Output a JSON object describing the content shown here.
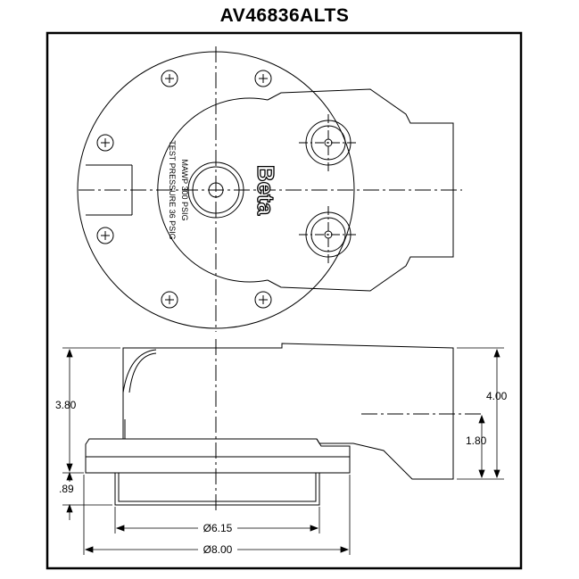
{
  "drawing": {
    "part_number": "AV46836ALTS",
    "stamp_lines": [
      "MAWP 300 PSIG",
      "TEST PRESSURE 36 PSIG"
    ],
    "logo": "Beta"
  },
  "dimensions": {
    "overall_height": "4.00",
    "body_height": "3.80",
    "outlet_height": "1.80",
    "flange_thickness": ".89",
    "spigot_diameter": "Ø6.15",
    "flange_diameter": "Ø8.00"
  }
}
